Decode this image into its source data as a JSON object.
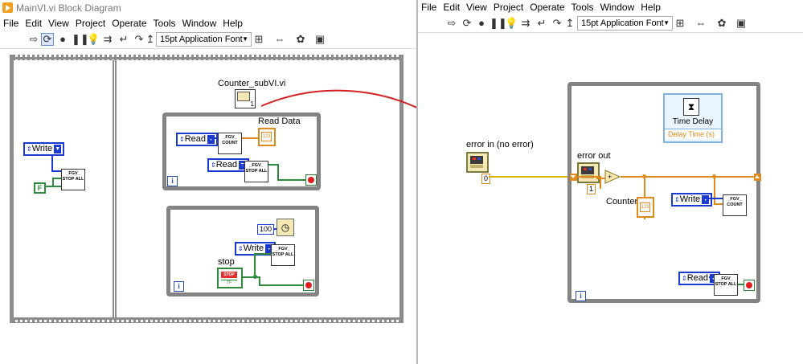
{
  "left_window": {
    "title": "MainVI.vi Block Diagram",
    "menu": [
      "File",
      "Edit",
      "View",
      "Project",
      "Operate",
      "Tools",
      "Window",
      "Help"
    ],
    "font_selector": "15pt Application Font",
    "diagram": {
      "frame1": {
        "enum": "Write",
        "bool_const": "F",
        "subvi": "_FGV_ STOP ALL"
      },
      "counter_subvi_label": "Counter_subVI.vi",
      "counter_subvi_terminal": "1",
      "loop1": {
        "enum_read": "Read",
        "subvi_count": "_FGV_ COUNT",
        "indicator_label": "Read Data",
        "indicator_text": "123",
        "enum_read2": "Read",
        "subvi_stop": "_FGV_ STOP ALL",
        "iteration": "i"
      },
      "loop2": {
        "wait_const": "100",
        "enum_write": "Write",
        "subvi_stop": "_FGV_ STOP ALL",
        "stop_label": "stop",
        "stop_button": "STOP",
        "stop_tf": "TF",
        "iteration": "i"
      }
    }
  },
  "right_window": {
    "menu": [
      "File",
      "Edit",
      "View",
      "Project",
      "Operate",
      "Tools",
      "Window",
      "Help"
    ],
    "font_selector": "15pt Application Font",
    "diagram": {
      "error_in_label": "error in (no error)",
      "error_out_label": "error out",
      "const_zero": "0",
      "const_one": "1",
      "counter_label": "Counter",
      "counter_text": "123",
      "time_delay_title": "Time Delay",
      "time_delay_param": "Delay Time (s)",
      "enum_write": "Write",
      "subvi_count": "_FGV_ COUNT",
      "enum_read": "Read",
      "subvi_stop": "_FGV_ STOP ALL",
      "iteration": "i"
    }
  },
  "colors": {
    "error_wire": "#e08a1e",
    "bool_wire": "#2e8b3e",
    "enum_border": "#1a3ad0",
    "loop_border": "#838383",
    "arrow": "#d62020"
  }
}
